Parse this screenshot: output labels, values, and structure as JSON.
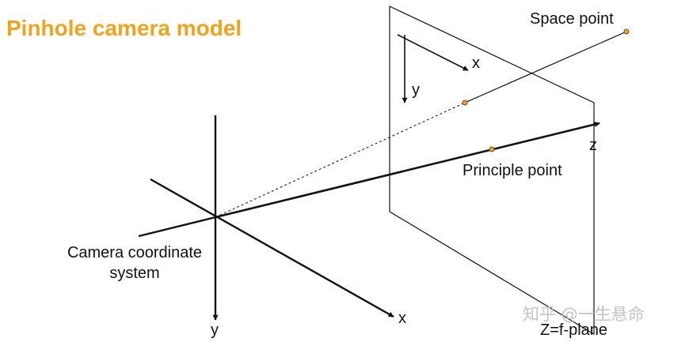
{
  "diagram": {
    "title": "Pinhole camera model",
    "labels": {
      "space_point": "Space point",
      "principle_point": "Principle point",
      "image_x": "x",
      "image_y": "y",
      "optical_z": "z",
      "camera_coord_line1": "Camera coordinate",
      "camera_coord_line2": "system",
      "camera_x": "x",
      "camera_y": "y",
      "image_plane": "Z=f-plane"
    },
    "watermark": "知乎 @一生悬命",
    "colors": {
      "title": "#f0a31c",
      "lines": "#111111",
      "point_fill": "#f0a040",
      "watermark": "#c4c4c4"
    }
  }
}
